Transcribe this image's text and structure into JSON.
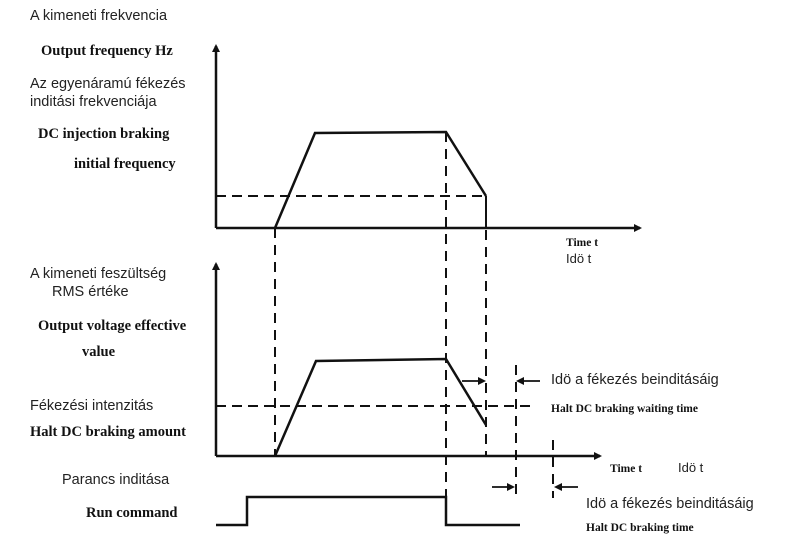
{
  "labels": {
    "output_frequency_hu": "A kimeneti frekvencia",
    "output_frequency_en": "Output frequency Hz",
    "dc_braking_start_hu_1": "Az egyenáramú fékezés",
    "dc_braking_start_hu_2": "inditási frekvenciája",
    "dc_braking_start_en_1": "DC injection braking",
    "dc_braking_start_en_2": "initial frequency",
    "time_en_top": "Time t",
    "time_hu_top": "Idö t",
    "output_voltage_hu_1": "A kimeneti feszültség",
    "output_voltage_hu_2": "RMS értéke",
    "output_voltage_en_1": "Output voltage effective",
    "output_voltage_en_2": "value",
    "braking_intensity_hu": "Fékezési intenzitás",
    "braking_amount_en": "Halt DC braking amount",
    "waiting_time_hu": "Idö a fékezés beinditásáig",
    "waiting_time_en": "Halt DC braking waiting time",
    "time_en_mid": "Time t",
    "time_hu_mid": "Idö t",
    "run_command_hu": "Parancs inditása",
    "run_command_en": "Run command",
    "braking_time_hu": "Idö a fékezés beinditásáig",
    "braking_time_en": "Halt DC braking time"
  },
  "colors": {
    "line": "#111111"
  }
}
